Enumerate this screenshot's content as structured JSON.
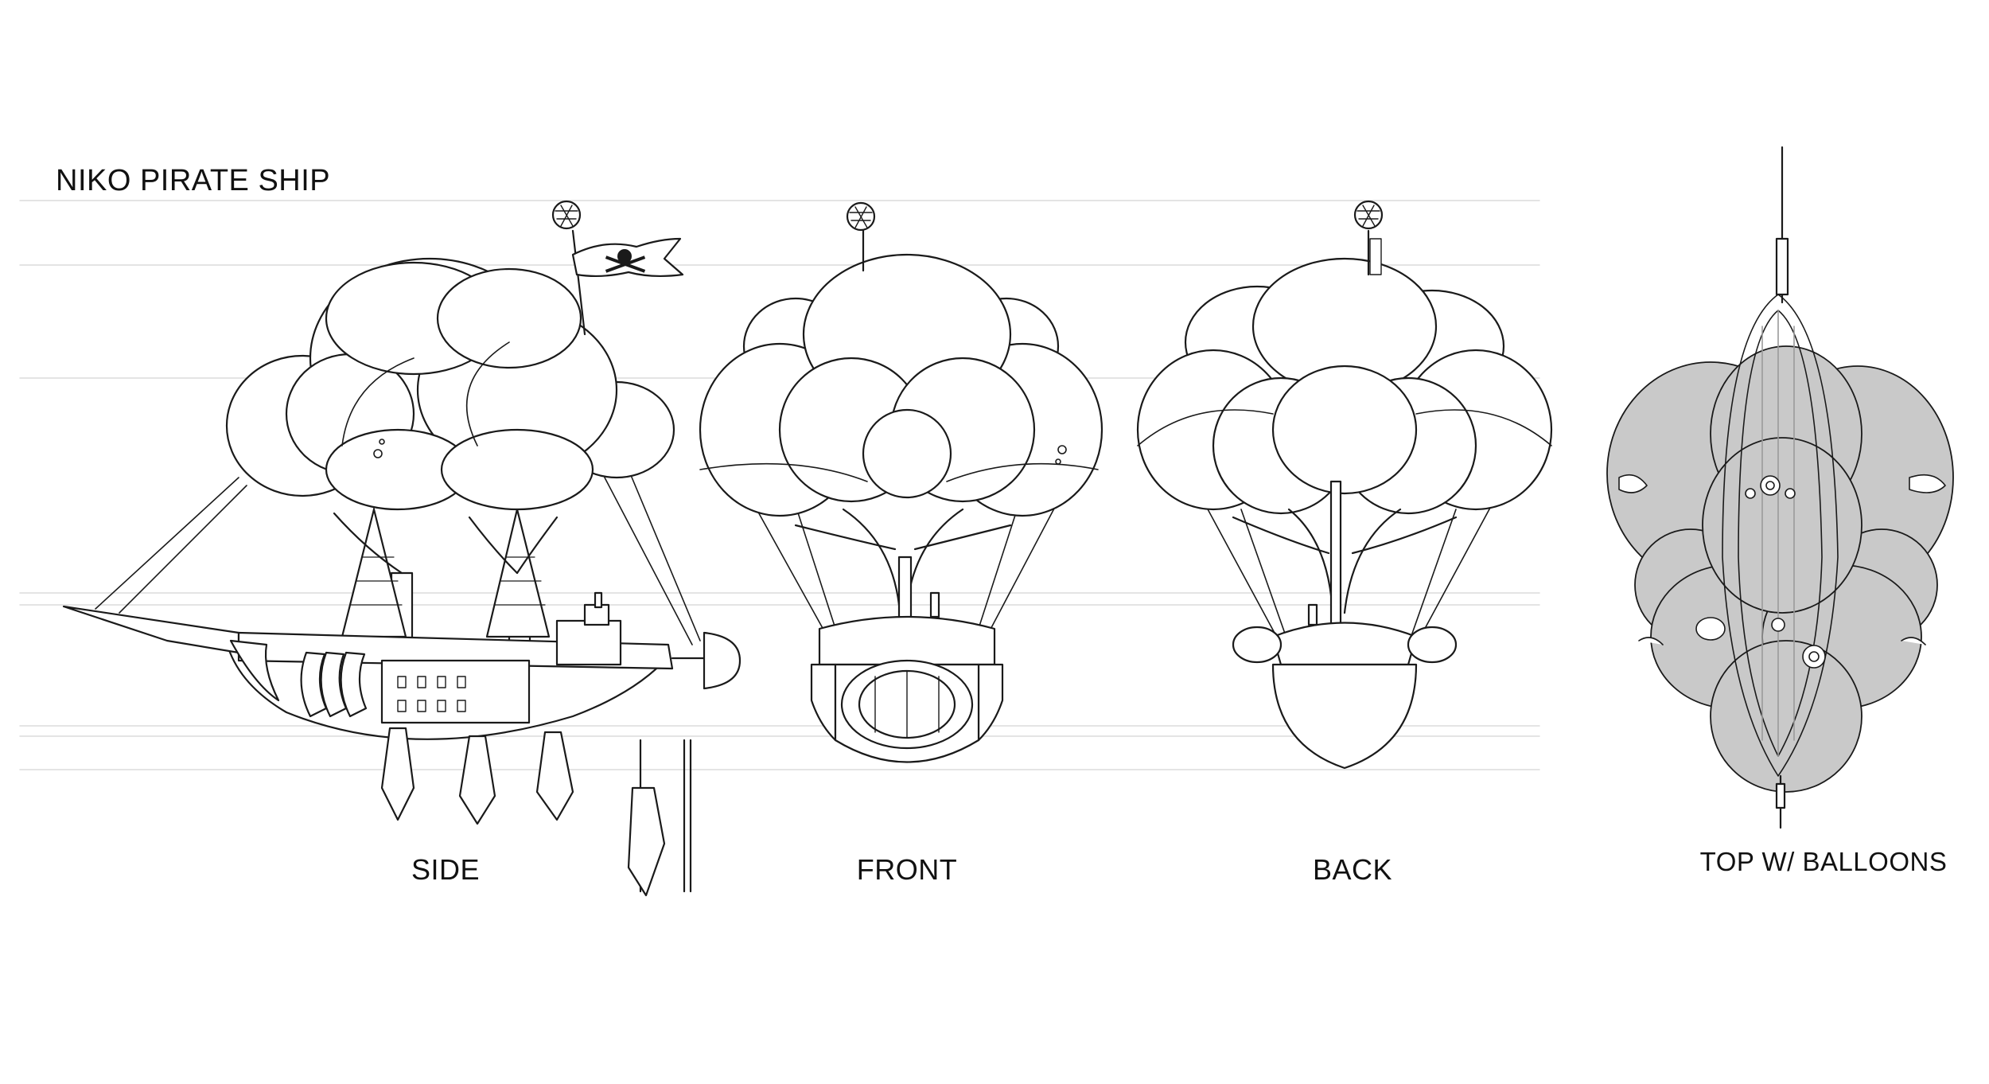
{
  "sheet": {
    "title": "NIKO PIRATE SHIP",
    "views": {
      "side": "SIDE",
      "front": "FRONT",
      "back": "BACK",
      "top": "TOP W/ BALLOONS"
    }
  },
  "colors": {
    "line": "#1a1a1a",
    "guide": "#dcdcdc",
    "balloon_fill": "#ffffff",
    "top_view_fill": "#c9c9c9",
    "top_view_dark": "#9a9a9a"
  },
  "icons": {
    "flag": "skull-and-crossbones-flag-icon",
    "finial": "lattice-balloon-finial-icon"
  }
}
